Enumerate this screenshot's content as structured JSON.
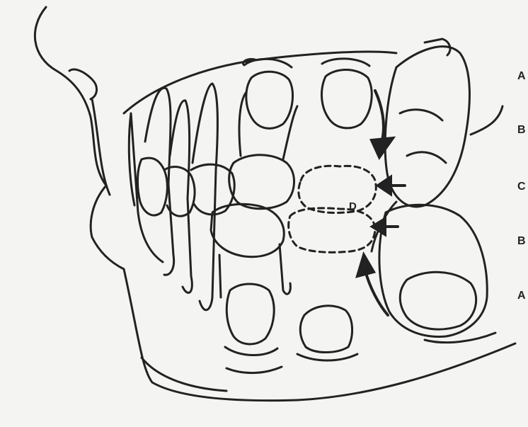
{
  "labels": {
    "a_top": "A",
    "b_top": "B",
    "c": "C",
    "b_bottom": "B",
    "a_bottom": "A",
    "d": "D"
  },
  "colors": {
    "ink": "#222222",
    "paper": "#f4f4f2"
  }
}
